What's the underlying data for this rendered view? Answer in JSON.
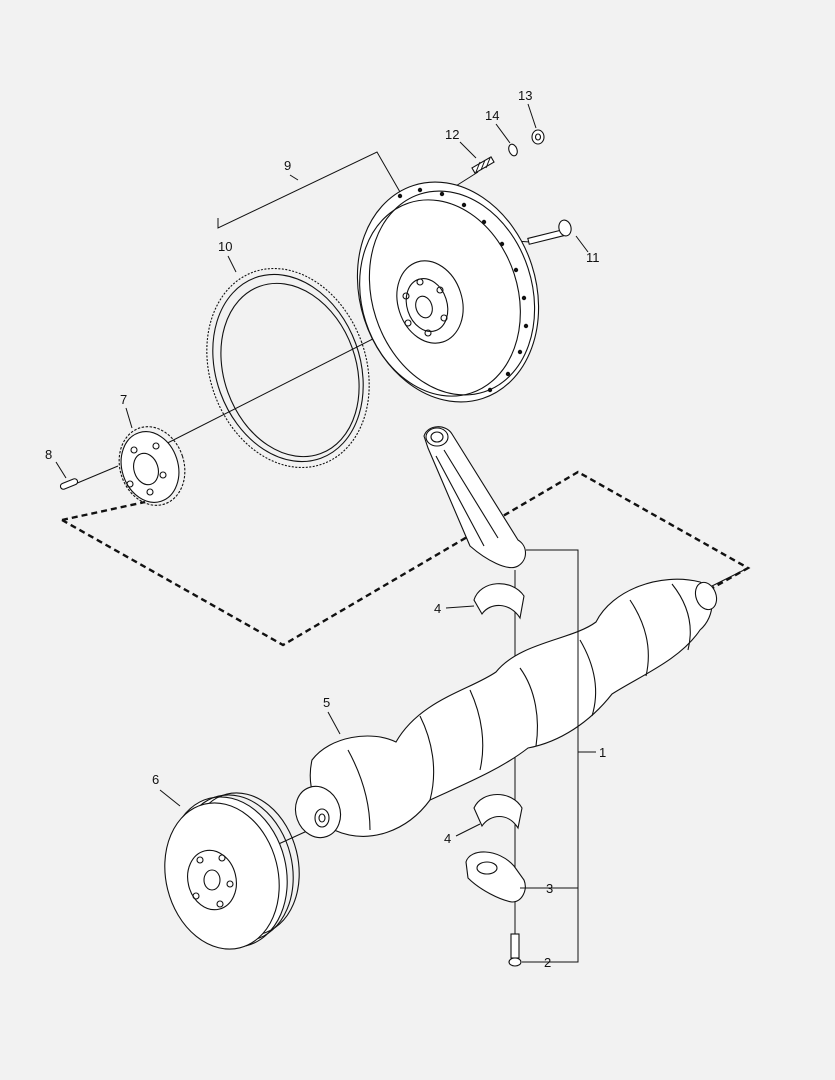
{
  "callouts": {
    "c1": "1",
    "c2": "2",
    "c3": "3",
    "c4a": "4",
    "c4b": "4",
    "c5": "5",
    "c6": "6",
    "c7": "7",
    "c8": "8",
    "c9": "9",
    "c10": "10",
    "c11": "11",
    "c12": "12",
    "c13": "13",
    "c14": "14"
  },
  "colors": {
    "background": "#f2f2f2",
    "line": "#111111",
    "part_fill": "#ffffff"
  }
}
